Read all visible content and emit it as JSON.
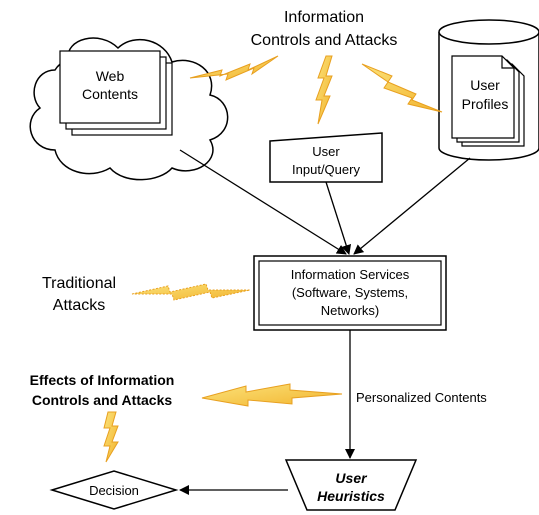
{
  "title_lines": [
    "Information",
    "Controls and Attacks"
  ],
  "web_contents": {
    "lines": [
      "Web",
      "Contents"
    ]
  },
  "user_profiles": {
    "lines": [
      "User",
      "Profiles"
    ]
  },
  "user_input": {
    "lines": [
      "User",
      "Input/Query"
    ]
  },
  "info_services": {
    "lines": [
      "Information Services",
      "(Software, Systems,",
      "Networks)"
    ]
  },
  "traditional_attacks": {
    "lines": [
      "Traditional",
      "Attacks"
    ]
  },
  "effects": {
    "lines": [
      "Effects of Information",
      "Controls and Attacks"
    ]
  },
  "personalized_contents": "Personalized Contents",
  "user_heuristics": {
    "lines": [
      "User",
      "Heuristics"
    ]
  },
  "decision": "Decision",
  "colors": {
    "bolt_fill": "#f6c544",
    "bolt_stroke": "#e8a020",
    "line": "#000000"
  }
}
